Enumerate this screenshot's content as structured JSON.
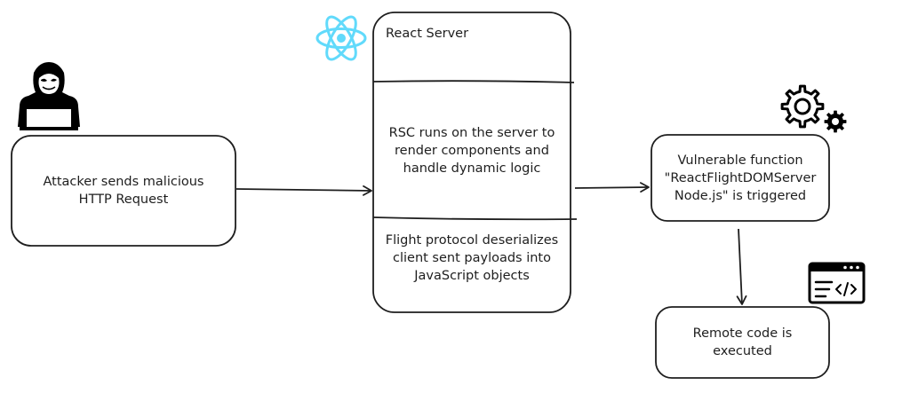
{
  "attacker_box": {
    "text": "Attacker sends malicious\nHTTP Request"
  },
  "react_server": {
    "title": "React Server",
    "rsc_text": "RSC runs on the server to\nrender components and\nhandle dynamic logic",
    "flight_text": "Flight protocol deserializes\nclient sent payloads into\nJavaScript objects"
  },
  "vulnerable_box": {
    "text": "Vulnerable function\n\"ReactFlightDOMServer\nNode.js\" is triggered"
  },
  "remote_box": {
    "text": "Remote code is\nexecuted"
  },
  "icons": [
    "hacker-icon",
    "react-logo-icon",
    "gears-icon",
    "code-window-icon"
  ],
  "colors": {
    "stroke": "#1e1e1e",
    "react": "#61dafb",
    "background": "#ffffff"
  }
}
